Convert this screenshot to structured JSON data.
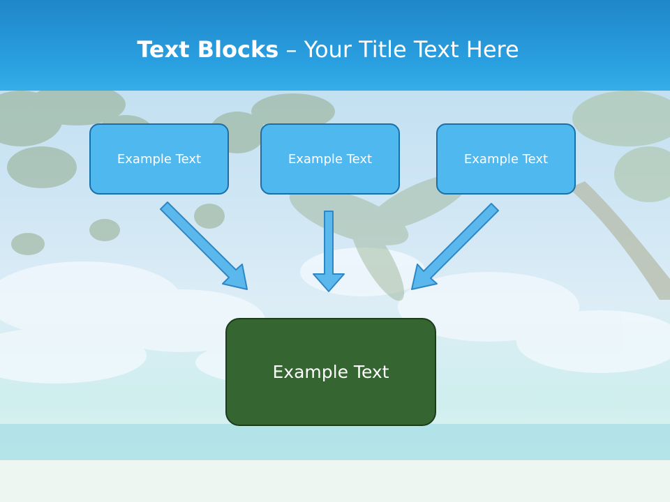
{
  "slide": {
    "title_bold": "Text Blocks",
    "title_separator": " – ",
    "title_rest": "Your Title Text Here"
  },
  "blocks": {
    "top": [
      "Example Text",
      "Example Text",
      "Example Text"
    ],
    "bottom": "Example Text"
  },
  "colors": {
    "title_band": "#2aa0e0",
    "top_box_fill": "#4fb8ee",
    "top_box_border": "#1c6fa6",
    "bottom_box_fill": "#356531",
    "bottom_box_border": "#1e3a1c",
    "arrow_fill": "#5bb8ec",
    "arrow_stroke": "#2f86c4"
  }
}
